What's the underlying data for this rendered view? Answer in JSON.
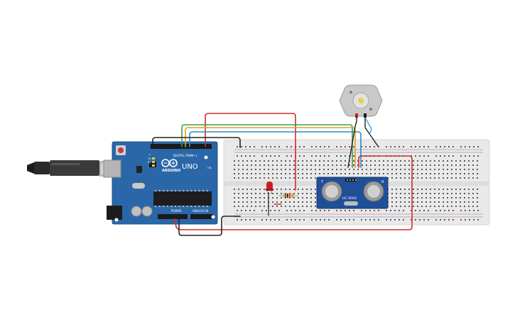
{
  "arduino": {
    "logo_text": "ARDUINO",
    "model": "UNO",
    "label_digital": "DIGITAL (PWM~)",
    "label_power": "POWER",
    "label_analog": "ANALOG IN",
    "led_tx": "TX",
    "led_rx": "RX",
    "led_l": "L",
    "led_on": "ON"
  },
  "sensor": {
    "label_top": "T",
    "label_right": "R",
    "model": "HC-SR04"
  },
  "colors": {
    "board": "#2a67a8",
    "breadboard": "#e9e9e9",
    "wire_red": "#d42a2a",
    "wire_black": "#222222",
    "wire_green": "#3aa14a",
    "wire_orange": "#e0a020",
    "wire_blue": "#2a8fc8",
    "led": "#c81e1e"
  }
}
